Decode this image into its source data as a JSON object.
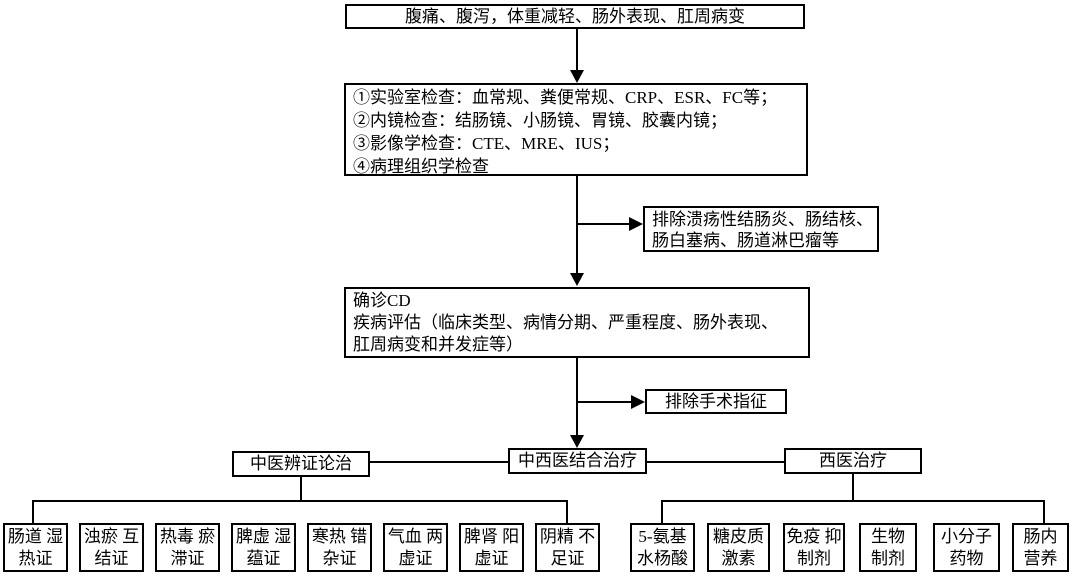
{
  "page": {
    "background_color": "#ffffff",
    "line_color": "#000000",
    "text_color": "#000000"
  },
  "flowchart": {
    "symptom_box": "腹痛、腹泻，体重减轻、肠外表现、肛周病变",
    "exam_box": {
      "line1": "①实验室检查：血常规、粪便常规、CRP、ESR、FC等；",
      "line2": "②内镜检查：结肠镜、小肠镜、胃镜、胶囊内镜；",
      "line3": "③影像学检查：CTE、MRE、IUS；",
      "line4": "④病理组织学检查"
    },
    "exclude_differential_box": {
      "line1": "排除溃疡性结肠炎、肠结核、",
      "line2": "肠白塞病、肠道淋巴瘤等"
    },
    "diagnosis_box": {
      "line1": "确诊CD",
      "line2": "疾病评估（临床类型、病情分期、严重程度、肠外表现、",
      "line3": "肛周病变和并发症等）"
    },
    "exclude_surgery_box": "排除手术指征",
    "treatment_row": {
      "tcm": "中医辨证论治",
      "integrative": "中西医结合治疗",
      "western": "西医治疗"
    },
    "tcm_syndromes": [
      {
        "line1": "肠道",
        "line2": "湿热证"
      },
      {
        "line1": "浊瘀",
        "line2": "互结证"
      },
      {
        "line1": "热毒",
        "line2": "瘀滞证"
      },
      {
        "line1": "脾虚",
        "line2": "湿蕴证"
      },
      {
        "line1": "寒热",
        "line2": "错杂证"
      },
      {
        "line1": "气血",
        "line2": "两虚证"
      },
      {
        "line1": "脾肾",
        "line2": "阳虚证"
      },
      {
        "line1": "阴精",
        "line2": "不足证"
      }
    ],
    "western_therapies": [
      {
        "line1": "5-氨基",
        "line2": "水杨酸"
      },
      {
        "line1": "糖皮质",
        "line2": "激素"
      },
      {
        "line1": "免疫",
        "line2": "抑制剂"
      },
      {
        "line1": "生物",
        "line2": "制剂"
      },
      {
        "line1": "小分子",
        "line2": "药物"
      },
      {
        "line1": "肠内",
        "line2": "营养"
      }
    ]
  }
}
